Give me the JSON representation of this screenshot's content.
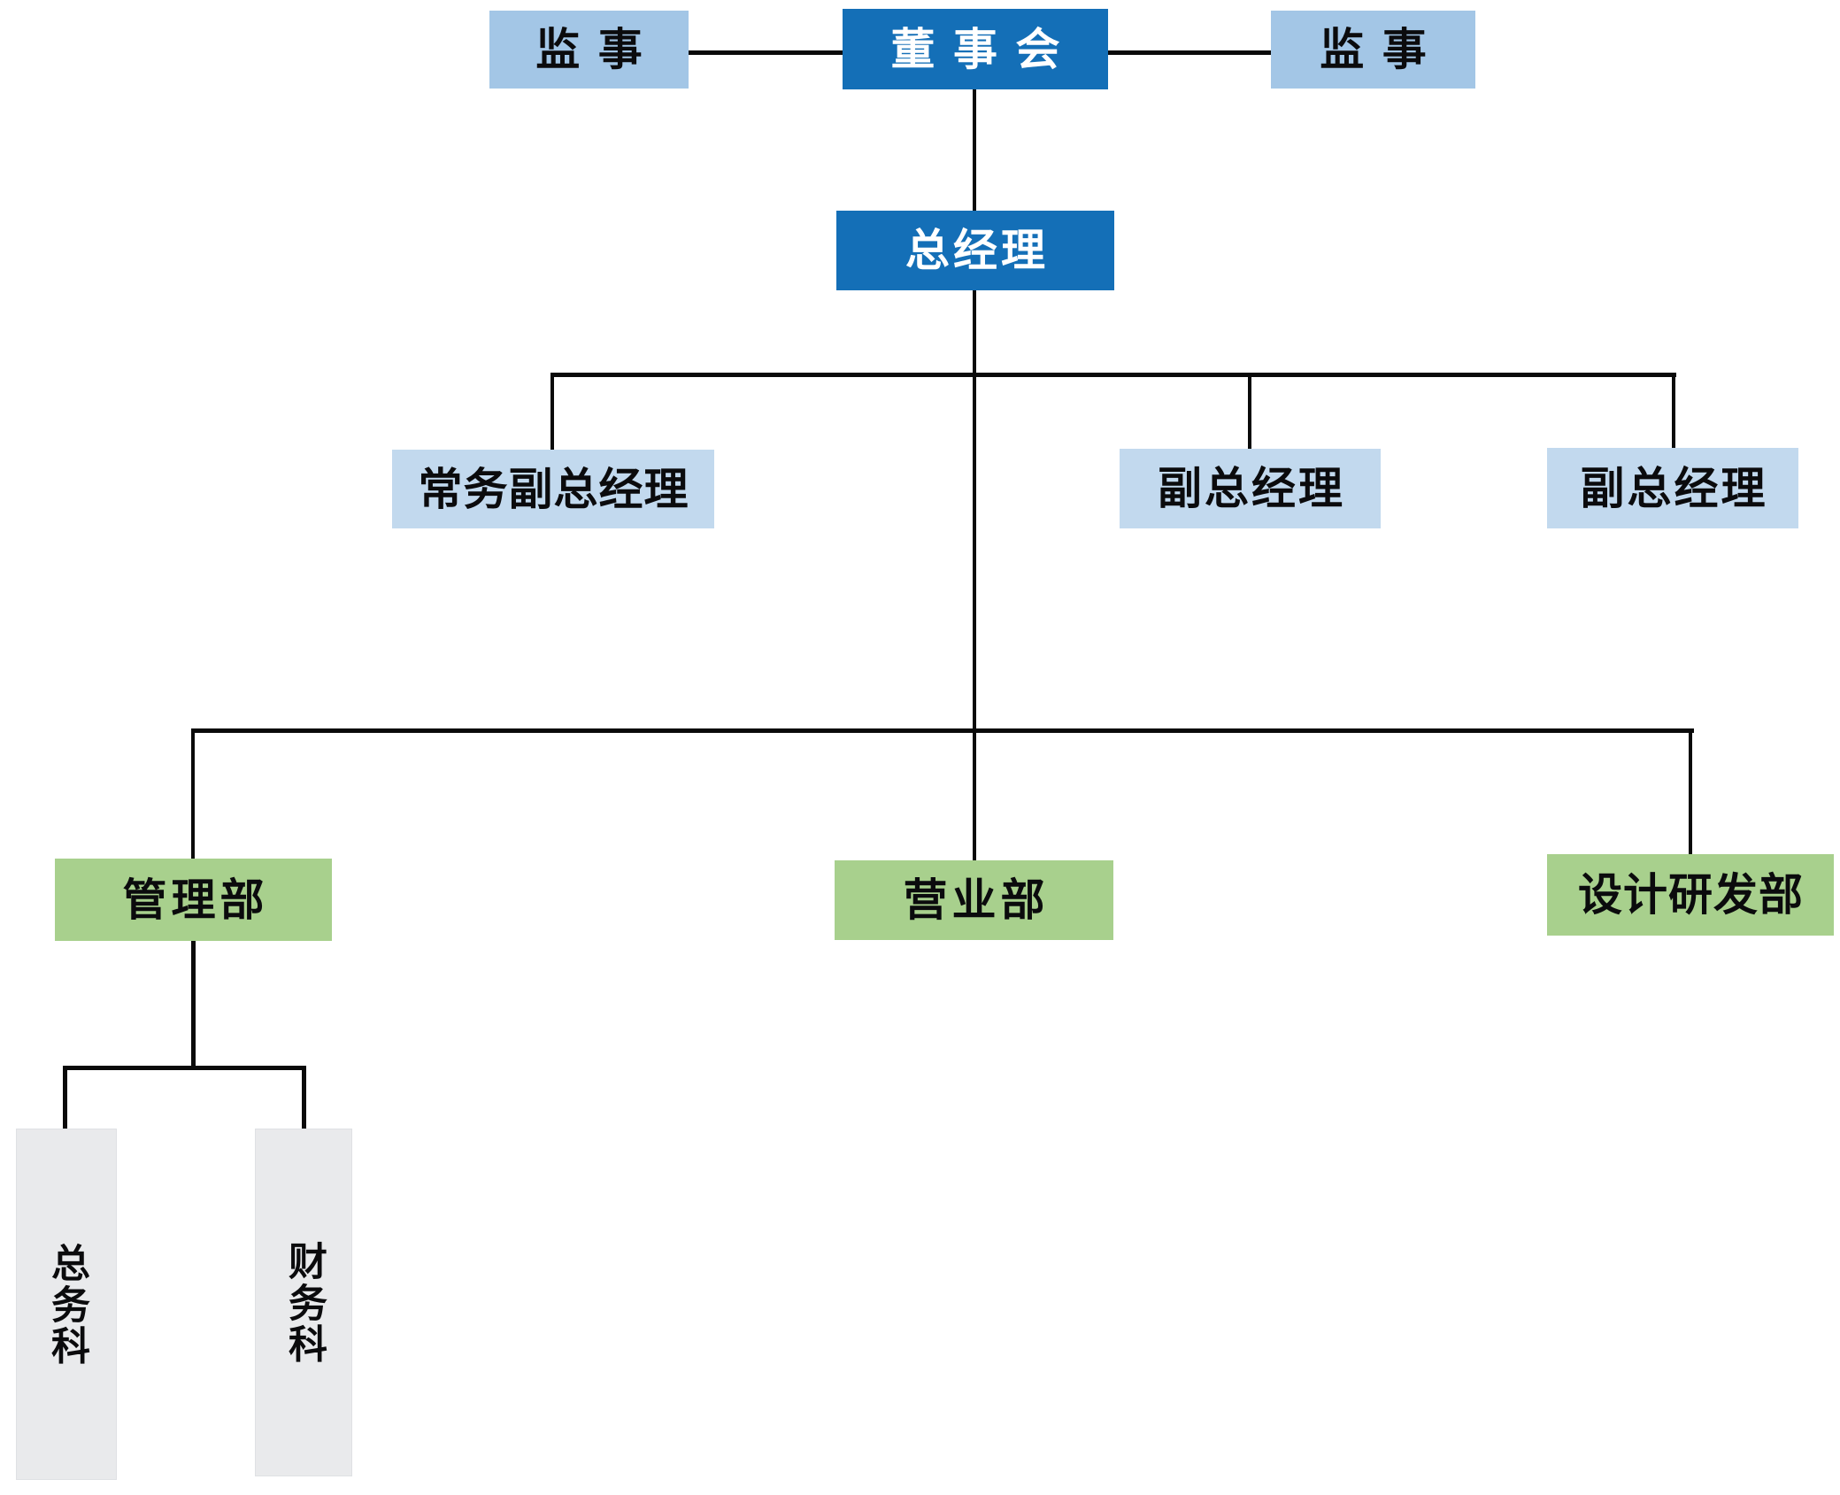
{
  "diagram": {
    "type": "organization-chart",
    "nodes": {
      "supervisor_left": "监 事",
      "board_of_directors": "董 事 会",
      "supervisor_right": "监 事",
      "general_manager": "总经理",
      "executive_deputy_general_manager": "常务副总经理",
      "deputy_general_manager_1": "副总经理",
      "deputy_general_manager_2": "副总经理",
      "management_department": "管理部",
      "business_department": "营业部",
      "design_rd_department": "设计研发部",
      "general_affairs_section": "总务科",
      "finance_section": "财务科"
    },
    "colors": {
      "primary_blue": "#146FB7",
      "light_blue": "#A3C6E6",
      "pale_blue": "#C2D9EE",
      "green": "#A8D08D",
      "gray": "#E9EAEC",
      "line": "#0A0A0A",
      "text_dark": "#0B0B0D",
      "text_light": "#FFFFFF"
    }
  }
}
